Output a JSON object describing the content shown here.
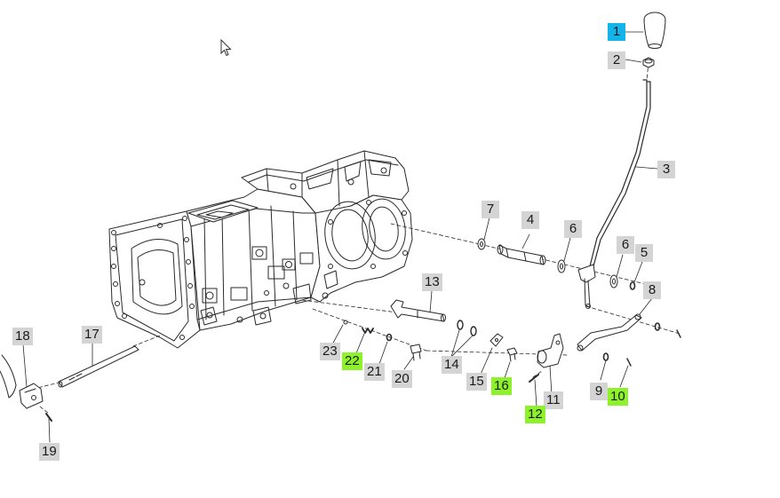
{
  "colors": {
    "callout_normal": "#d4d4d4",
    "callout_selected": "#12b4ea",
    "callout_highlight": "#8ef22a",
    "line": "#2a2a2a"
  },
  "callouts": [
    {
      "id": "c1",
      "label": "1",
      "state": "selected"
    },
    {
      "id": "c2",
      "label": "2",
      "state": "normal"
    },
    {
      "id": "c3",
      "label": "3",
      "state": "normal"
    },
    {
      "id": "c4",
      "label": "4",
      "state": "normal"
    },
    {
      "id": "c5",
      "label": "5",
      "state": "normal"
    },
    {
      "id": "c6a",
      "label": "6",
      "state": "normal"
    },
    {
      "id": "c6b",
      "label": "6",
      "state": "normal"
    },
    {
      "id": "c7",
      "label": "7",
      "state": "normal"
    },
    {
      "id": "c8",
      "label": "8",
      "state": "normal"
    },
    {
      "id": "c9",
      "label": "9",
      "state": "normal"
    },
    {
      "id": "c10",
      "label": "10",
      "state": "highlighted"
    },
    {
      "id": "c11",
      "label": "11",
      "state": "normal"
    },
    {
      "id": "c12",
      "label": "12",
      "state": "highlighted"
    },
    {
      "id": "c13",
      "label": "13",
      "state": "normal"
    },
    {
      "id": "c14",
      "label": "14",
      "state": "normal"
    },
    {
      "id": "c15",
      "label": "15",
      "state": "normal"
    },
    {
      "id": "c16",
      "label": "16",
      "state": "highlighted"
    },
    {
      "id": "c17",
      "label": "17",
      "state": "normal"
    },
    {
      "id": "c18",
      "label": "18",
      "state": "normal"
    },
    {
      "id": "c19",
      "label": "19",
      "state": "normal"
    },
    {
      "id": "c20",
      "label": "20",
      "state": "normal"
    },
    {
      "id": "c21",
      "label": "21",
      "state": "normal"
    },
    {
      "id": "c22",
      "label": "22",
      "state": "highlighted"
    },
    {
      "id": "c23",
      "label": "23",
      "state": "normal"
    }
  ],
  "icons": {
    "cursor": "mouse-pointer-icon"
  }
}
